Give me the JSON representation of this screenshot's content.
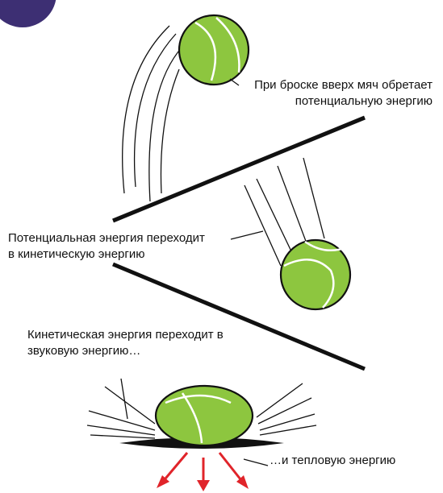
{
  "labels": {
    "thrown_up": [
      "При броске вверх мяч обретает",
      "потенциальную энергию"
    ],
    "potential_to_kinetic": [
      "Потенциальная энергия переходит",
      "в кинетическую энергию"
    ],
    "kinetic_to_sound": [
      "Кинетическая энергия переходит в",
      "звуковую энергию…"
    ],
    "heat": "…и тепловую энергию"
  },
  "colors": {
    "ball": "#8dc63f",
    "ball_outline": "#111111",
    "seam": "#ffffff",
    "heat_arrow": "#e0242a",
    "badge": "#3d2f73"
  }
}
